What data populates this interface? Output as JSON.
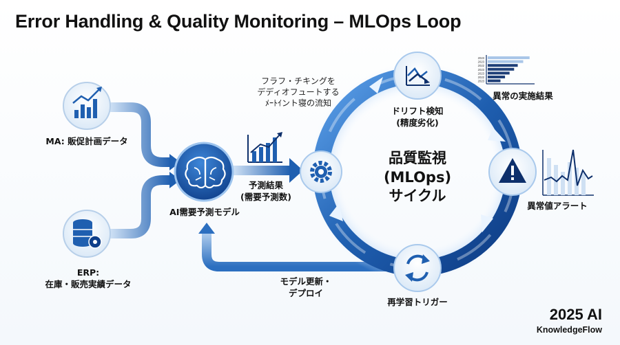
{
  "title": "Error Handling & Quality Monitoring – MLOps Loop",
  "inputs": {
    "ma": "MA: 販促計画データ",
    "erp_line1": "ERP:",
    "erp_line2": "在庫・販売実績データ"
  },
  "model_label": "AI需要予測モデル",
  "forecast": {
    "line1": "予測結果",
    "line2": "(需要予測数)"
  },
  "center": {
    "line1": "品質監視",
    "line2": "(MLOps)",
    "line3": "サイクル"
  },
  "drift": {
    "line1": "ドリフト検知",
    "line2": "(精度劣化)"
  },
  "anomaly_results": "異常の実施結果",
  "anomaly_alert": "異常値アラート",
  "retrain": "再学習トリガー",
  "update": {
    "line1": "モデル更新・",
    "line2": "デプロイ"
  },
  "note": {
    "line1": "フラフ・チキングを",
    "line2": "デディオフュートする",
    "line3": "ﾒｰﾄｲント寝の流知"
  },
  "mini_chart_years": [
    "2023",
    "2023",
    "2022",
    "2023",
    "2023",
    "2022",
    "2023"
  ],
  "mini_chart_values": [
    0.92,
    0.78,
    0.66,
    0.58,
    0.48,
    0.38,
    0.28
  ],
  "brand": {
    "year": "2025 AI",
    "name": "KnowledgeFlow"
  },
  "colors": {
    "primary": "#1f5fb0",
    "light": "#bcd6f2",
    "dark": "#0d2f6b"
  },
  "icons": [
    "bar-chart-icon",
    "database-gear-icon",
    "brain-icon",
    "gear-icon",
    "trend-down-icon",
    "warning-icon",
    "refresh-icon",
    "growth-chart-icon",
    "line-chart-icon"
  ]
}
